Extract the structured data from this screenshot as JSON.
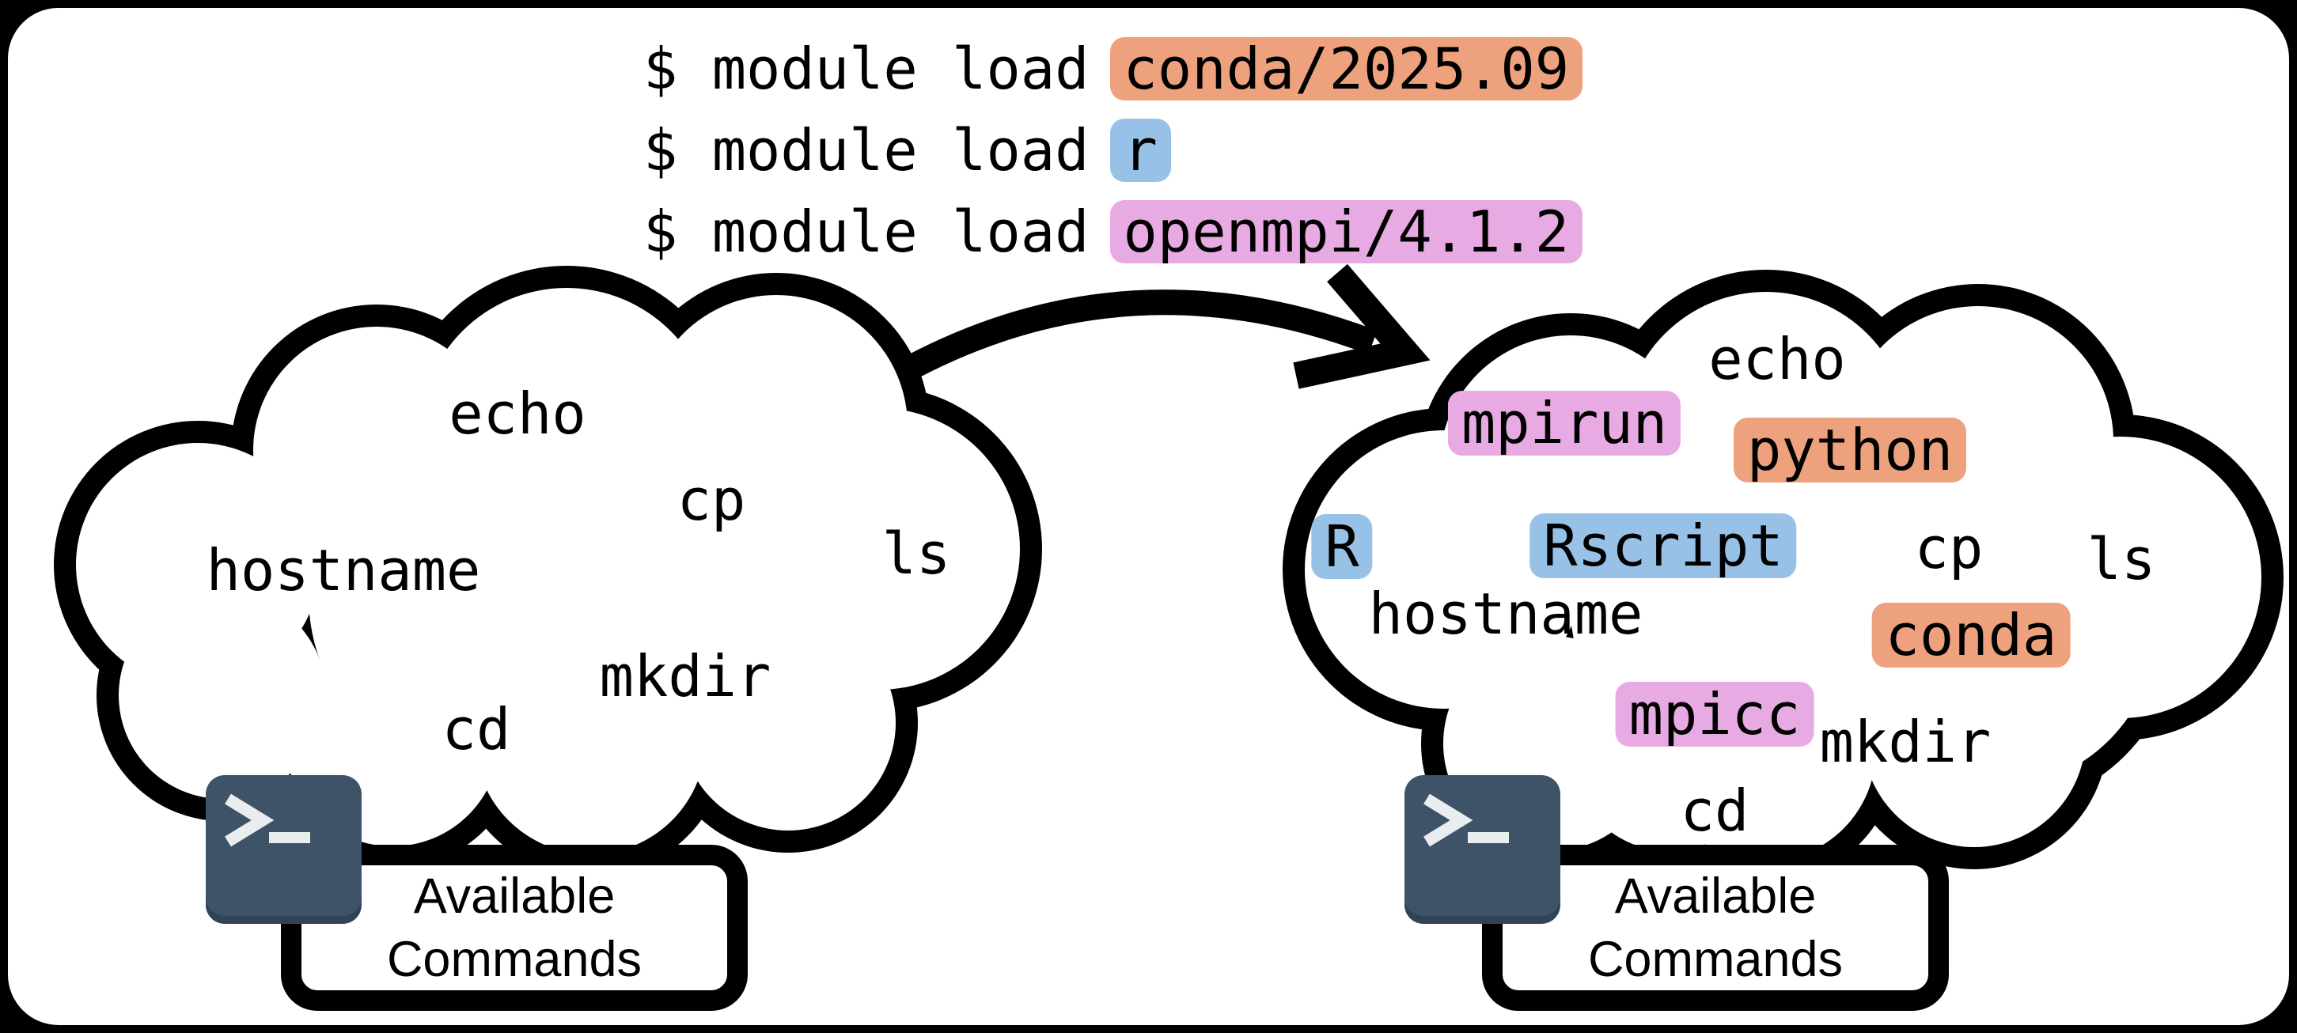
{
  "palette": {
    "orange": "#eda17c",
    "blue": "#98c1e8",
    "pink": "#e8aae2",
    "terminal_bg": "#3e5367",
    "terminal_fg": "#e9edf0",
    "ink": "#000000",
    "paper": "#ffffff"
  },
  "terminal": {
    "lines": [
      {
        "prompt": "$ module load",
        "module": "conda/2025.09",
        "color": "orange"
      },
      {
        "prompt": "$ module load",
        "module": "r",
        "color": "blue"
      },
      {
        "prompt": "$ module load",
        "module": "openmpi/4.1.2",
        "color": "pink"
      }
    ]
  },
  "clouds": [
    {
      "id": "before",
      "label": [
        "Available",
        "Commands"
      ],
      "commands": [
        {
          "text": "echo"
        },
        {
          "text": "cp"
        },
        {
          "text": "hostname"
        },
        {
          "text": "ls"
        },
        {
          "text": "mkdir"
        },
        {
          "text": "cd"
        }
      ]
    },
    {
      "id": "after",
      "label": [
        "Available",
        "Commands"
      ],
      "commands": [
        {
          "text": "echo"
        },
        {
          "text": "mpirun",
          "color": "pink"
        },
        {
          "text": "python",
          "color": "orange"
        },
        {
          "text": "R",
          "color": "blue"
        },
        {
          "text": "Rscript",
          "color": "blue"
        },
        {
          "text": "cp"
        },
        {
          "text": "ls"
        },
        {
          "text": "hostname"
        },
        {
          "text": "conda",
          "color": "orange"
        },
        {
          "text": "mpicc",
          "color": "pink"
        },
        {
          "text": "mkdir"
        },
        {
          "text": "cd"
        }
      ]
    }
  ],
  "icons": {
    "terminal": "terminal-prompt-icon",
    "arrow": "curved-arrow-icon"
  }
}
